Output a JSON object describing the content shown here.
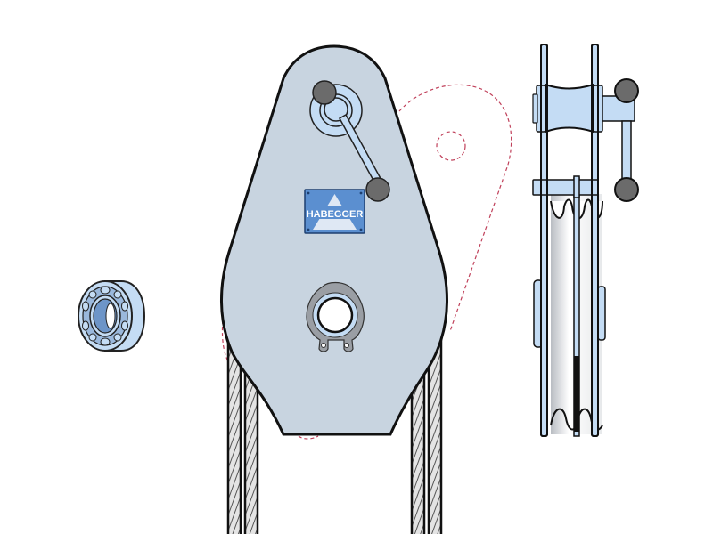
{
  "diagram": {
    "subject": "snatch block pulley with side plate, bearing and wire ropes",
    "colors": {
      "background": "#ffffff",
      "plate_fill": "#c8d4e0",
      "part_fill": "#c4dcf4",
      "outline": "#111111",
      "knob_fill": "#6b6b6b",
      "logo_fill": "#5b8fd0",
      "logo_text": "#ffffff",
      "dashed_outline": "#c0405a",
      "rope_fill": "#bbbbbb",
      "retaining_ring": "#9a9ea4"
    },
    "components": {
      "bearing": {
        "label": "ball bearing",
        "position": "left"
      },
      "side_plate": {
        "label": "side plate (front view)",
        "position": "center"
      },
      "swing_plate_outline": {
        "label": "opened side plate (dashed)",
        "position": "center-right"
      },
      "side_view": {
        "label": "pulley side view",
        "position": "right"
      },
      "ropes": {
        "label": "wire ropes",
        "count": 4
      }
    },
    "logo": {
      "text": "HABEGGER"
    }
  }
}
